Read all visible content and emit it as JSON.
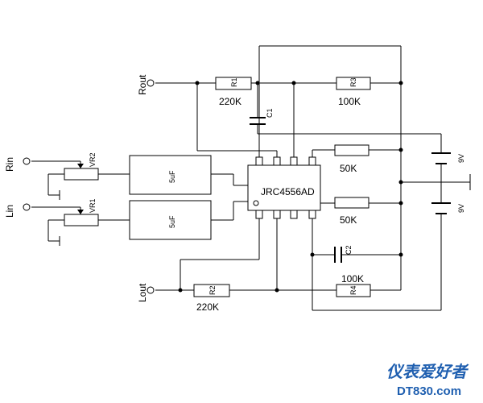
{
  "ports": {
    "rout": "Rout",
    "rin": "Rin",
    "lin": "Lin",
    "lout": "Lout"
  },
  "resistors": {
    "r1": {
      "name": "R1",
      "value": "220K"
    },
    "r2": {
      "name": "R2",
      "value": "220K"
    },
    "r3": {
      "name": "R3",
      "value": "100K"
    },
    "r4": {
      "name": "R4",
      "value": "100K"
    },
    "r5": {
      "value": "50K"
    },
    "r6": {
      "value": "50K"
    }
  },
  "pots": {
    "vr1": "VR1",
    "vr2": "VR2"
  },
  "caps": {
    "c1": "C1",
    "c2": "C2",
    "top": "5uF",
    "bottom": "5uF"
  },
  "ic": {
    "name": "JRC4556AD"
  },
  "batteries": {
    "top": "9V",
    "bottom": "9V"
  },
  "watermark": {
    "cn": "仪表爱好者",
    "en": "DT830.com"
  }
}
